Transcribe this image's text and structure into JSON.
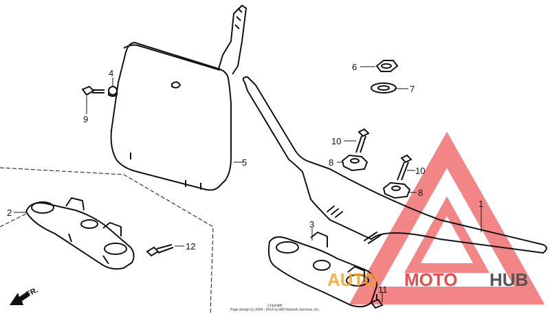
{
  "callouts": {
    "c1": "1",
    "c2": "2",
    "c3": "3",
    "c4": "4",
    "c5": "5",
    "c6": "6",
    "c7": "7",
    "c8a": "8",
    "c8b": "8",
    "c9": "9",
    "c10a": "10",
    "c10b": "10",
    "c11": "11",
    "c12": "12"
  },
  "direction": {
    "label": "FR."
  },
  "copyright": {
    "line1": "Copyright",
    "line2": "Page design (c) 2004 - 2014 by ARI Network Services, Inc."
  },
  "watermark": {
    "part1": "AUTO",
    "part2": "MOTO",
    "part3": "HUB",
    "colors": {
      "red": "#e53a3a",
      "orange": "#f5a623",
      "gray": "#555555"
    }
  }
}
